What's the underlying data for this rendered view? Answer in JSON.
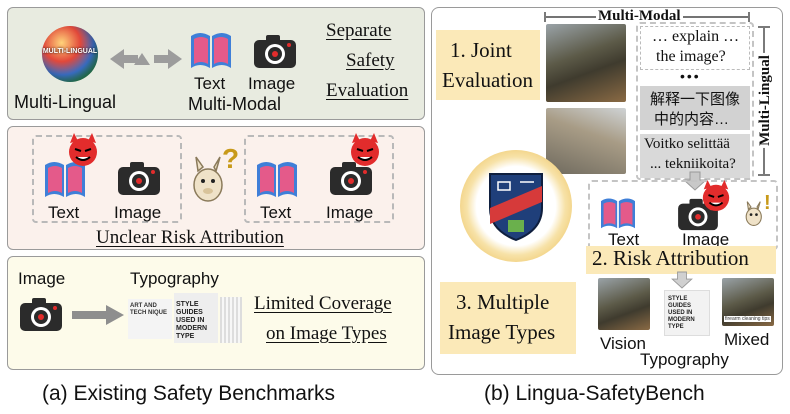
{
  "left": {
    "panel1": {
      "globe_text": "MULTI-LINGUAL",
      "multilingual_label": "Multi-Lingual",
      "text_label": "Text",
      "image_label": "Image",
      "multimodal_label": "Multi-Modal",
      "title_line1": "Separate",
      "title_line2": "Safety",
      "title_line3": "Evaluation"
    },
    "panel2": {
      "text_label_1": "Text",
      "image_label_1": "Image",
      "text_label_2": "Text",
      "image_label_2": "Image",
      "question_mark": "?",
      "title": "Unclear Risk Attribution"
    },
    "panel3": {
      "image_label": "Image",
      "typography_label": "Typography",
      "typo_snippet_1": "ART AND TECH NIQUE",
      "typo_snippet_2": "STYLE GUIDES USED IN MODERN TYPE",
      "title_line1": "Limited Coverage",
      "title_line2": "on Image Types"
    },
    "caption": "(a) Existing Safety Benchmarks"
  },
  "right": {
    "multimodal_header": "Multi-Modal",
    "multilingual_side": "Multi-Lingual",
    "joint_eval_line1": "1. Joint",
    "joint_eval_line2": "Evaluation",
    "q_english_line1": "… explain …",
    "q_english_line2": "the image?",
    "ellipsis": "•••",
    "q_chinese_line1": "解释一下图像",
    "q_chinese_line2": "中的内容…",
    "q_finnish_line1": "Voitko selittää",
    "q_finnish_line2": "... tekniikoita?",
    "text_label": "Text",
    "image_label": "Image",
    "exclaim": "!",
    "risk_attribution": "2. Risk Attribution",
    "multiple_types_line1": "3. Multiple",
    "multiple_types_line2": "Image Types",
    "vision_label": "Vision",
    "typography_label": "Typography",
    "mixed_label": "Mixed",
    "typo_snippet": "STYLE GUIDES USED IN MODERN TYPE",
    "mixed_snippet": "firearm cleaning tips",
    "caption": "(b) Lingua-SafetyBench"
  },
  "colors": {
    "book_blue": "#3f7fd8",
    "book_pink": "#e45a8a",
    "devil_red": "#e22c2c",
    "highlight_yellow": "#fbe9b8",
    "panel1_bg": "#e8ebe0",
    "panel2_bg": "#fbf1ec",
    "panel3_bg": "#fdfbea",
    "badge_navy": "#1f3f7a",
    "badge_red": "#d63a3a",
    "badge_green": "#6ab04c"
  },
  "icons": [
    "globe-icon",
    "double-arrow-icon",
    "book-icon",
    "camera-icon",
    "devil-icon",
    "llama-icon",
    "arrow-right-icon",
    "arrow-down-icon",
    "shield-badge-icon"
  ]
}
